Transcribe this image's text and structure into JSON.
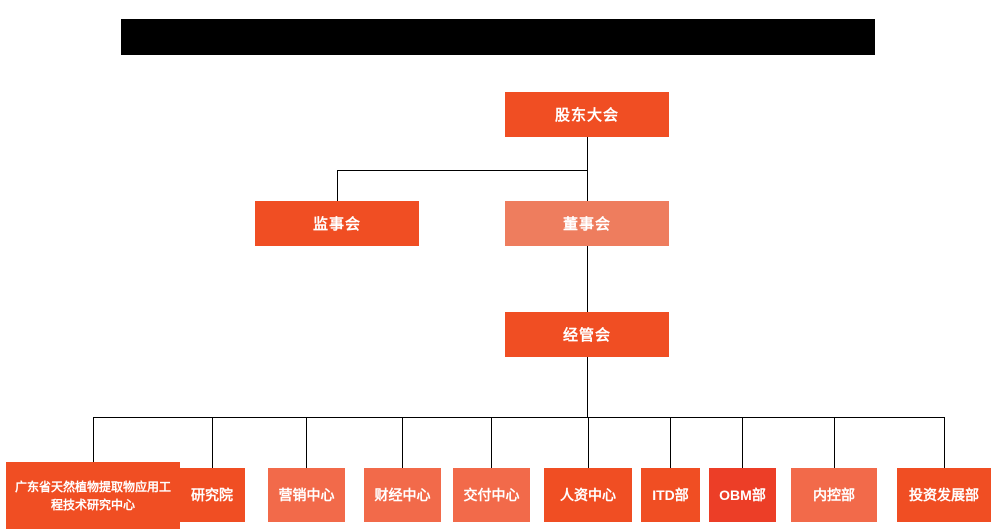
{
  "palette": {
    "primary_orange": "#F04E23",
    "light_orange": "#EE7D5E",
    "mid_orange": "#F26A4A",
    "red_orange": "#EC3E27",
    "line_color": "#000000",
    "background": "#FFFFFF"
  },
  "org": {
    "root": {
      "label": "股东大会",
      "color": "#F04E23"
    },
    "level2": [
      {
        "label": "监事会",
        "color": "#F04E23"
      },
      {
        "label": "董事会",
        "color": "#EE7D5E"
      }
    ],
    "level3": {
      "label": "经管会",
      "color": "#F04E23"
    },
    "departments": [
      {
        "label": "广东省天然植物提取物应用工程技术研究中心",
        "color": "#F04E23"
      },
      {
        "label": "研究院",
        "color": "#F04E23"
      },
      {
        "label": "营销中心",
        "color": "#F26A4A"
      },
      {
        "label": "财经中心",
        "color": "#F26A4A"
      },
      {
        "label": "交付中心",
        "color": "#F26A4A"
      },
      {
        "label": "人资中心",
        "color": "#F04E23"
      },
      {
        "label": "ITD部",
        "color": "#F04E23"
      },
      {
        "label": "OBM部",
        "color": "#EC3E27"
      },
      {
        "label": "内控部",
        "color": "#F26A4A"
      },
      {
        "label": "投资发展部",
        "color": "#F04E23"
      }
    ]
  }
}
